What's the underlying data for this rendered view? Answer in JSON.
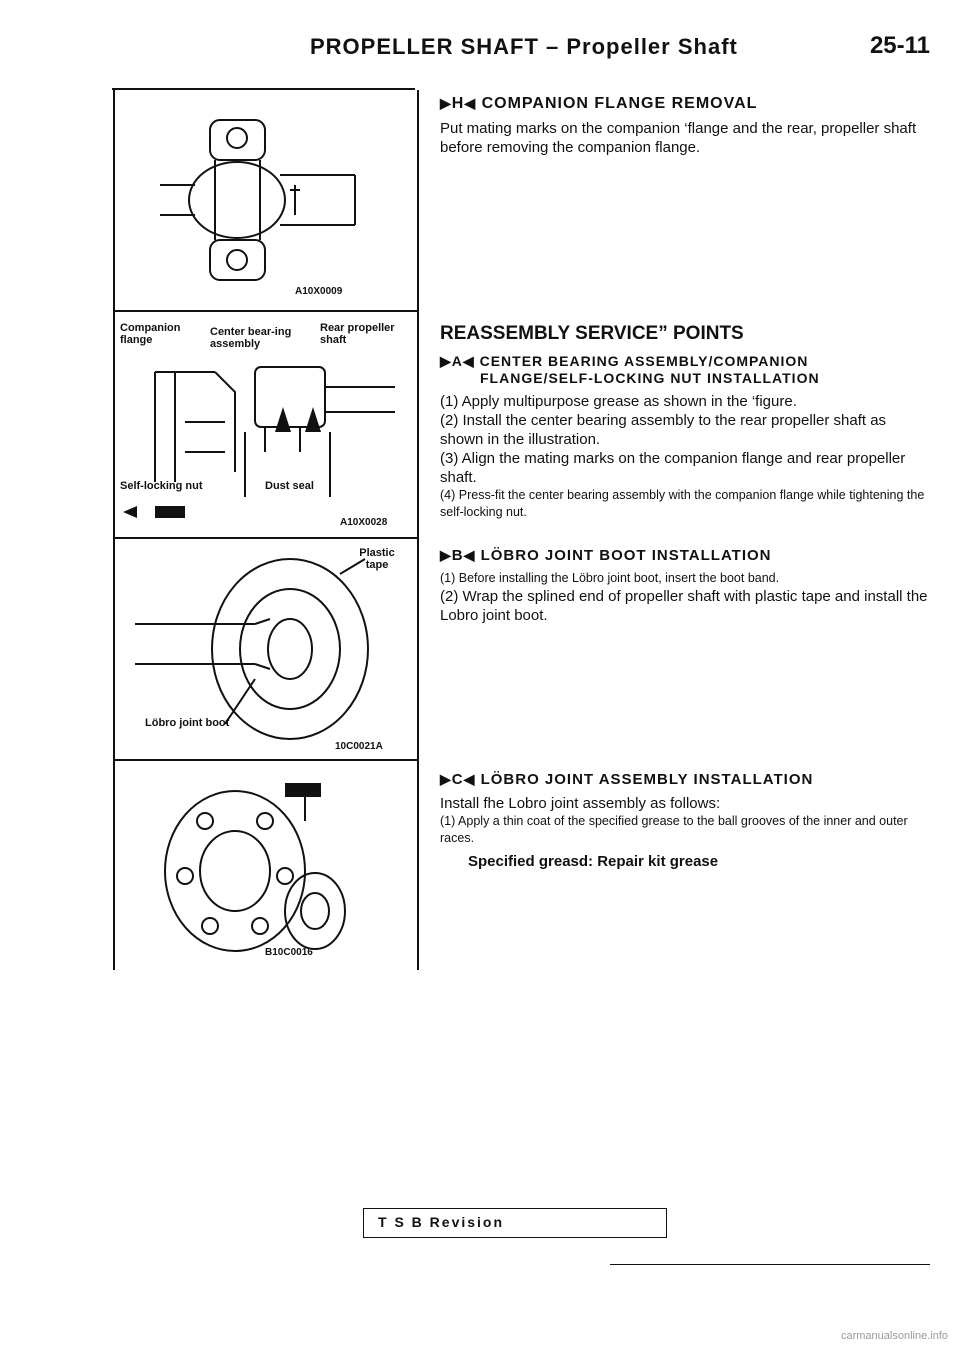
{
  "header": {
    "title": "PROPELLER SHAFT – Propeller Shaft",
    "page_number": "25-11"
  },
  "figures": [
    {
      "code": "A10X0009",
      "labels": []
    },
    {
      "code": "A10X0028",
      "labels": [
        "Companion flange",
        "Center bear-ing assembly",
        "Rear propeller shaft",
        "Self-locking nut",
        "Dust seal"
      ]
    },
    {
      "code": "10C0021A",
      "labels": [
        "Plastic tape",
        "Löbro joint boot"
      ]
    },
    {
      "code": "B10C0016",
      "labels": []
    }
  ],
  "sections": {
    "companion_removal": {
      "marker": "H",
      "title": "COMPANION FLANGE REMOVAL",
      "text": "Put mating marks on the companion ‘flange and the rear, propeller shaft before removing the companion flange."
    },
    "reassembly": {
      "title": "REASSEMBLY SERVICE” POINTS"
    },
    "center_bearing": {
      "marker": "A",
      "title_line1": "CENTER BEARING ASSEMBLY/COMPANION",
      "title_line2": "FLANGE/SELF-LOCKING NUT INSTALLATION",
      "step1": "(1) Apply multipurpose grease as shown in the ‘figure.",
      "step2": "(2) Install the center bearing assembly to the rear propeller shaft as shown in the illustration.",
      "step3": "(3) Align the mating marks on the companion flange and rear propeller shaft.",
      "step4": "(4) Press-fit the center bearing assembly with the companion flange while tightening the self-locking nut."
    },
    "lobro_boot": {
      "marker": "B",
      "title": "LÖBRO JOINT BOOT INSTALLATION",
      "step1": "(1) Before installing the Löbro joint boot, insert the boot band.",
      "step2": "(2) Wrap the splined end of propeller shaft with plastic tape and install the Lobro joint boot."
    },
    "lobro_assembly": {
      "marker": "C",
      "title": "LÖBRO JOINT ASSEMBLY INSTALLATION",
      "intro": "Install fhe Lobro joint assembly as follows:",
      "step1": "(1) Apply a thin coat of the specified grease to the ball grooves of the inner and outer races.",
      "spec": "Specified greasd: Repair kit grease"
    }
  },
  "footer": {
    "tsb": "T S B Revision"
  },
  "watermark": "carmanualsonline.info"
}
